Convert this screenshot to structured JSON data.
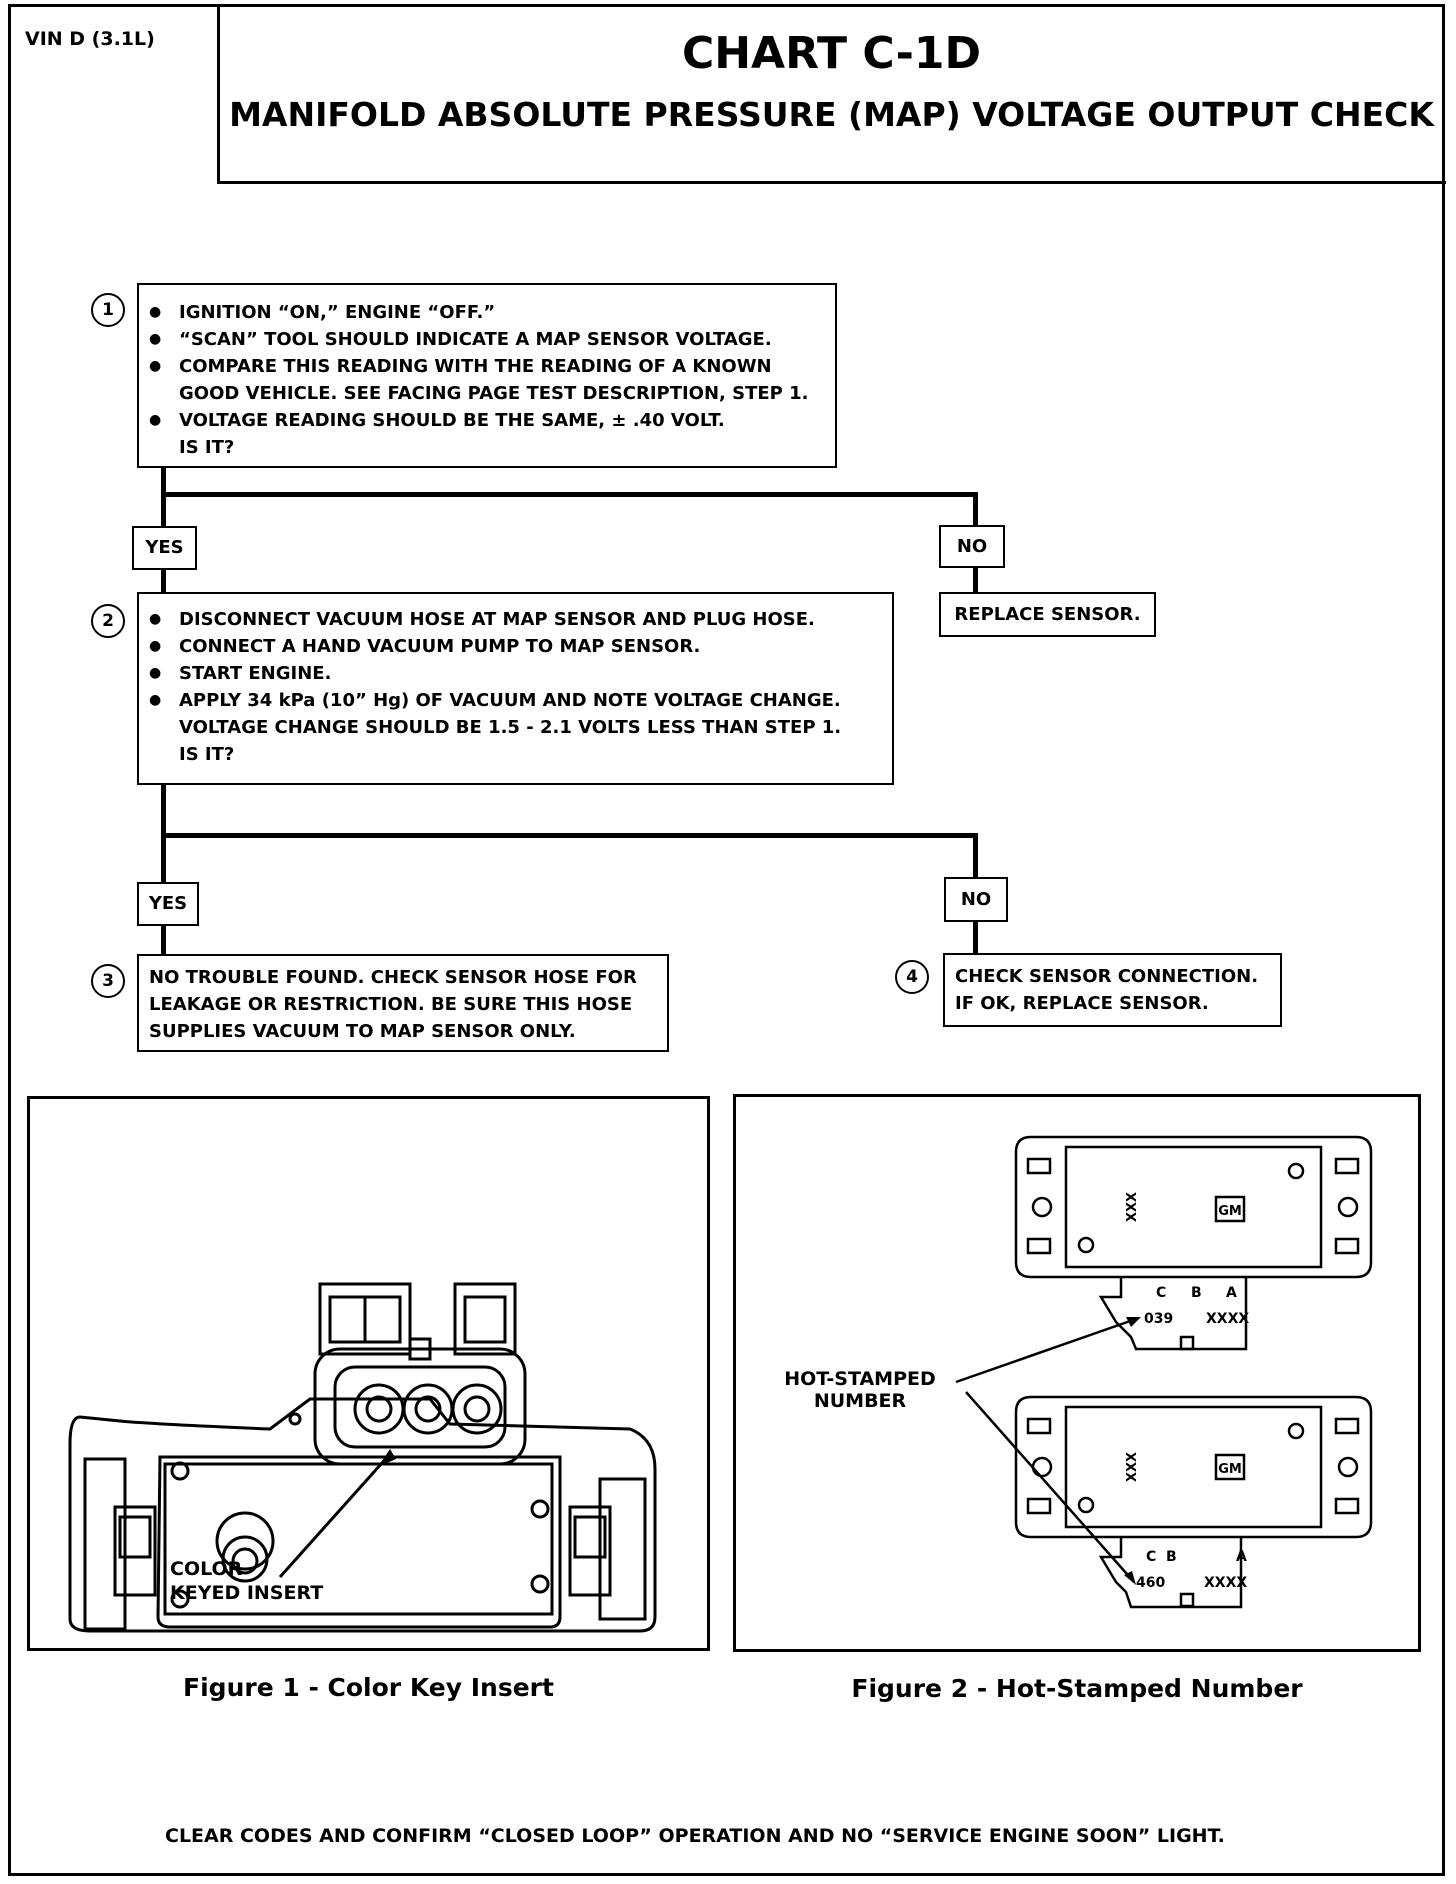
{
  "header": {
    "vin": "VIN D (3.1L)",
    "title": "CHART C-1D",
    "subtitle": "MANIFOLD ABSOLUTE PRESSURE (MAP) VOLTAGE OUTPUT CHECK"
  },
  "steps": {
    "step1": {
      "number": "1",
      "bullets": [
        "IGNITION “ON,” ENGINE “OFF.”",
        "“SCAN” TOOL SHOULD INDICATE A MAP SENSOR VOLTAGE.",
        "COMPARE THIS READING WITH THE READING OF A KNOWN GOOD VEHICLE.  SEE FACING PAGE TEST DESCRIPTION, STEP 1.",
        "VOLTAGE READING SHOULD BE THE SAME, ± .40 VOLT."
      ],
      "question": "IS IT?"
    },
    "yes1": "YES",
    "no1": "NO",
    "replace_sensor": "REPLACE SENSOR.",
    "step2": {
      "number": "2",
      "bullets": [
        "DISCONNECT  VACUUM HOSE AT MAP SENSOR AND PLUG HOSE.",
        "CONNECT A HAND  VACUUM PUMP TO MAP SENSOR.",
        "START ENGINE.",
        "APPLY 34 kPa (10” Hg) OF VACUUM AND NOTE VOLTAGE CHANGE. VOLTAGE CHANGE SHOULD BE 1.5 - 2.1 VOLTS LESS THAN STEP 1."
      ],
      "question": "IS IT?"
    },
    "yes2": "YES",
    "no2": "NO",
    "step3": {
      "number": "3",
      "text": "NO TROUBLE FOUND.  CHECK SENSOR HOSE FOR LEAKAGE OR RESTRICTION.  BE SURE THIS HOSE SUPPLIES VACUUM TO MAP SENSOR ONLY."
    },
    "step4": {
      "number": "4",
      "text": "CHECK SENSOR CONNECTION. IF OK, REPLACE SENSOR."
    }
  },
  "figures": {
    "fig1": {
      "caption": "Figure 1 - Color Key Insert",
      "callout_line1": "COLOR",
      "callout_line2": "KEYED INSERT"
    },
    "fig2": {
      "caption": "Figure 2 - Hot-Stamped Number",
      "callout_line1": "HOT-STAMPED",
      "callout_line2": "NUMBER",
      "sensor_top": {
        "pins": [
          "C",
          "B",
          "A"
        ],
        "left_code": "039",
        "right_code": "XXXX",
        "body_code": "XXX",
        "logo": "GM"
      },
      "sensor_bottom": {
        "pins": [
          "C",
          "B",
          "A"
        ],
        "left_code": "460",
        "right_code": "XXXX",
        "body_code": "XXX",
        "logo": "GM"
      }
    }
  },
  "footer": "CLEAR CODES AND CONFIRM “CLOSED LOOP” OPERATION AND NO “SERVICE ENGINE SOON” LIGHT."
}
